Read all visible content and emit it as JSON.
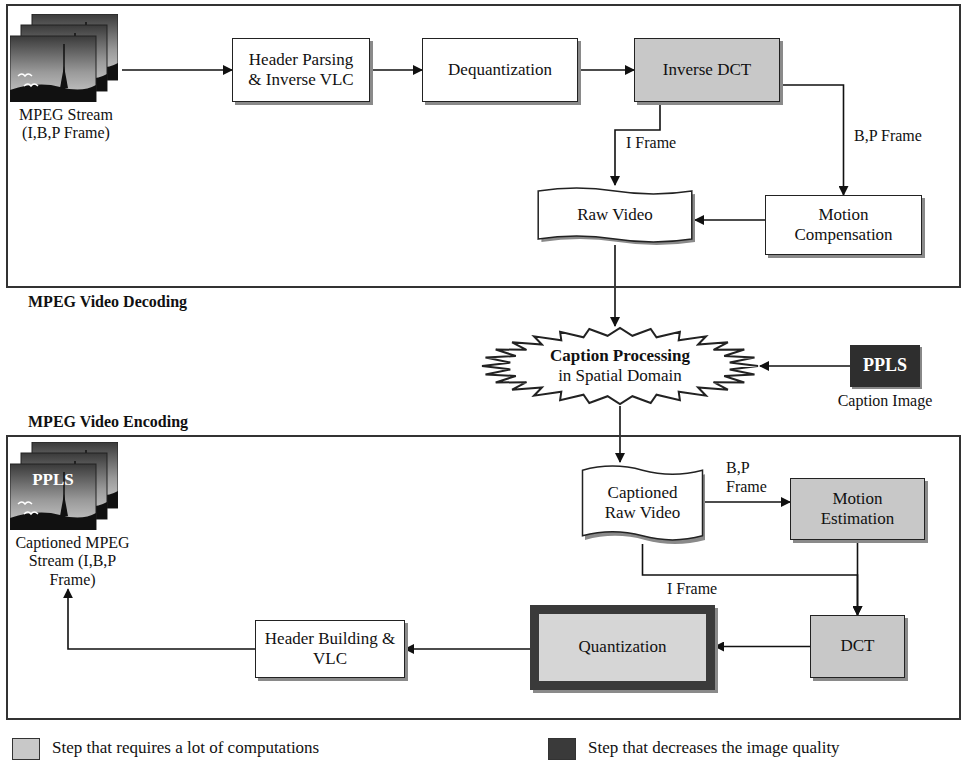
{
  "diagram": {
    "nodes": [
      {
        "text": [
          "MPEG Video Decoding"
        ]
      },
      {
        "text": [
          "MPEG Stream (I,B,P Frame)"
        ],
        "in": 0
      },
      {
        "text": [
          "Header Parsing & Inverse VLC"
        ],
        "in": 0
      },
      {
        "text": [
          "Dequantization"
        ],
        "in": 0
      },
      {
        "text": [
          "Inverse DCT"
        ],
        "in": 0
      },
      {
        "text": [
          "Raw Video"
        ],
        "in": 0
      },
      {
        "text": [
          "Motion Compensation"
        ],
        "in": 0
      },
      {
        "text": [
          "Caption Processing",
          "in Spatial Domain"
        ]
      },
      {
        "text": [
          "PPLS",
          "Caption Image"
        ]
      },
      {
        "text": [
          "MPEG Video Encoding"
        ]
      },
      {
        "text": [
          "Captioned Raw Video"
        ],
        "in": 9
      },
      {
        "text": [
          "Motion Estimation"
        ],
        "in": 9
      },
      {
        "text": [
          "DCT"
        ],
        "in": 9
      },
      {
        "text": [
          "Quantization"
        ],
        "in": 9
      },
      {
        "text": [
          "Header Building & VLC"
        ],
        "in": 9
      },
      {
        "text": [
          "PPLS",
          "Captioned MPEG Stream (I,B,P Frame)"
        ],
        "in": 9
      }
    ],
    "edges": [
      {
        "from": 1,
        "to": 2,
        "arrow": "to"
      },
      {
        "from": 2,
        "to": 3,
        "arrow": "to"
      },
      {
        "from": 3,
        "to": 4,
        "arrow": "to"
      },
      {
        "from": 4,
        "to": 5,
        "label": "I Frame",
        "arrow": "to"
      },
      {
        "from": 4,
        "to": 6,
        "label": "B,P Frame",
        "arrow": "to"
      },
      {
        "from": 6,
        "to": 5,
        "arrow": "to"
      },
      {
        "from": 5,
        "to": 7,
        "arrow": "to"
      },
      {
        "from": 8,
        "to": 7,
        "arrow": "to"
      },
      {
        "from": 7,
        "to": 10,
        "arrow": "to"
      },
      {
        "from": 10,
        "to": 11,
        "label": "B,P Frame",
        "arrow": "to"
      },
      {
        "from": 10,
        "to": 12,
        "label": "I Frame",
        "arrow": "to"
      },
      {
        "from": 11,
        "to": 12,
        "arrow": "to"
      },
      {
        "from": 12,
        "to": 13,
        "arrow": "to"
      },
      {
        "from": 13,
        "to": 14,
        "arrow": "to"
      },
      {
        "from": 14,
        "to": 15,
        "arrow": "to"
      }
    ],
    "legend": [
      {
        "text": "Step that requires a lot of computations",
        "color": "#c8c8c8"
      },
      {
        "text": "Step that decreases the image quality",
        "color": "#3a3a3a"
      }
    ]
  }
}
